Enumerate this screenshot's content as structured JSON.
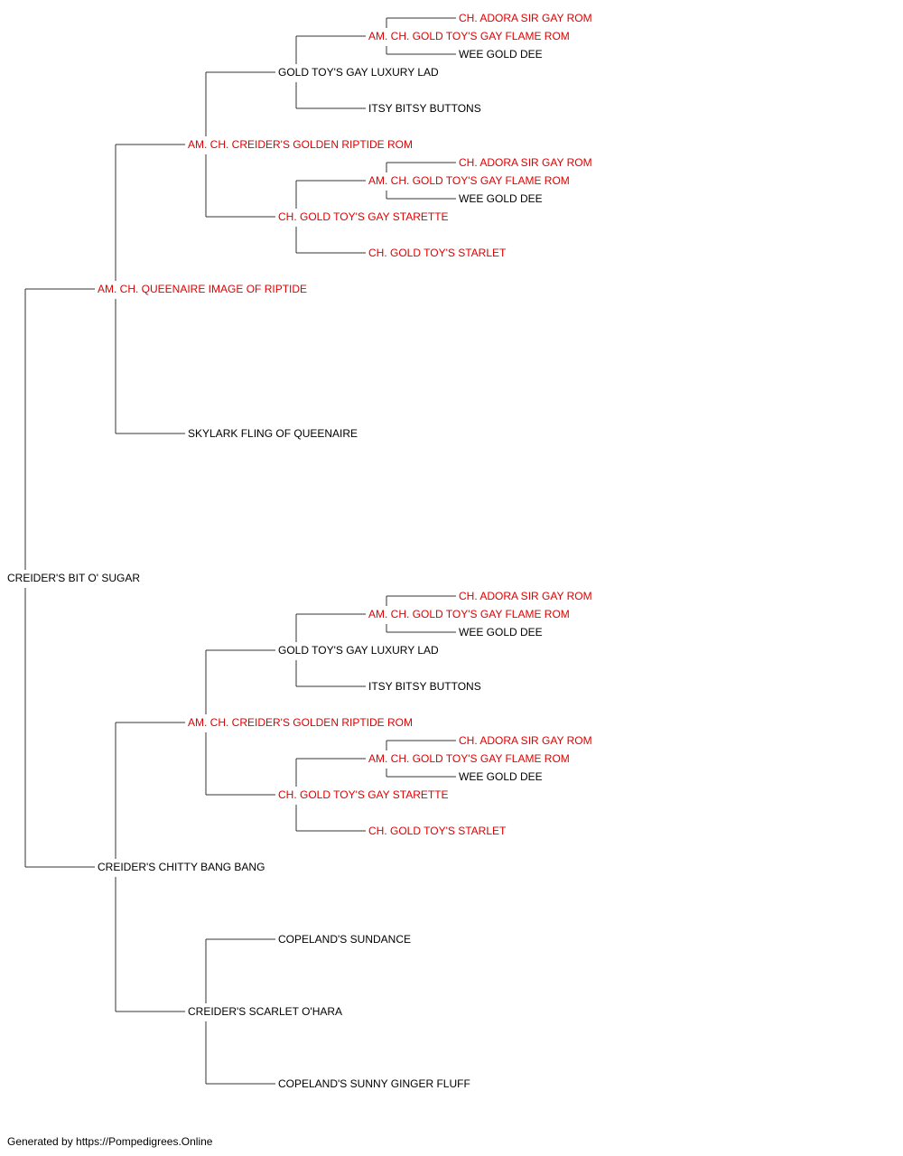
{
  "colors": {
    "champion": "#e00000",
    "normal": "#000000",
    "connector": "#333333"
  },
  "pedigree": {
    "name": "CREIDER'S BIT O' SUGAR",
    "champion": false,
    "sire": {
      "name": "AM. CH. QUEENAIRE IMAGE OF RIPTIDE",
      "champion": true,
      "sire": {
        "name": "AM. CH. CREIDER'S GOLDEN RIPTIDE ROM",
        "champion": true,
        "sire": {
          "name": "GOLD TOY'S GAY LUXURY LAD",
          "champion": false,
          "sire": {
            "name": "AM. CH. GOLD TOY'S GAY FLAME ROM",
            "champion": true,
            "sire": {
              "name": "CH. ADORA SIR GAY ROM",
              "champion": true
            },
            "dam": {
              "name": "WEE GOLD DEE",
              "champion": false
            }
          },
          "dam": {
            "name": "ITSY BITSY BUTTONS",
            "champion": false
          }
        },
        "dam": {
          "name": "CH. GOLD TOY'S GAY STARETTE",
          "champion": true,
          "sire": {
            "name": "AM. CH. GOLD TOY'S GAY FLAME ROM",
            "champion": true,
            "sire": {
              "name": "CH. ADORA SIR GAY ROM",
              "champion": true
            },
            "dam": {
              "name": "WEE GOLD DEE",
              "champion": false
            }
          },
          "dam": {
            "name": "CH. GOLD TOY'S STARLET",
            "champion": true
          }
        }
      },
      "dam": {
        "name": "SKYLARK FLING OF QUEENAIRE",
        "champion": false
      }
    },
    "dam": {
      "name": "CREIDER'S CHITTY BANG BANG",
      "champion": false,
      "sire": {
        "name": "AM. CH. CREIDER'S GOLDEN RIPTIDE ROM",
        "champion": true,
        "sire": {
          "name": "GOLD TOY'S GAY LUXURY LAD",
          "champion": false,
          "sire": {
            "name": "AM. CH. GOLD TOY'S GAY FLAME ROM",
            "champion": true,
            "sire": {
              "name": "CH. ADORA SIR GAY ROM",
              "champion": true
            },
            "dam": {
              "name": "WEE GOLD DEE",
              "champion": false
            }
          },
          "dam": {
            "name": "ITSY BITSY BUTTONS",
            "champion": false
          }
        },
        "dam": {
          "name": "CH. GOLD TOY'S GAY STARETTE",
          "champion": true,
          "sire": {
            "name": "AM. CH. GOLD TOY'S GAY FLAME ROM",
            "champion": true,
            "sire": {
              "name": "CH. ADORA SIR GAY ROM",
              "champion": true
            },
            "dam": {
              "name": "WEE GOLD DEE",
              "champion": false
            }
          },
          "dam": {
            "name": "CH. GOLD TOY'S STARLET",
            "champion": true
          }
        }
      },
      "dam": {
        "name": "CREIDER'S SCARLET O'HARA",
        "champion": false,
        "sire": {
          "name": "COPELAND'S SUNDANCE",
          "champion": false
        },
        "dam": {
          "name": "COPELAND'S SUNNY GINGER FLUFF",
          "champion": false
        }
      }
    }
  },
  "footer": {
    "text": "Generated by https://Pompedigrees.Online"
  }
}
